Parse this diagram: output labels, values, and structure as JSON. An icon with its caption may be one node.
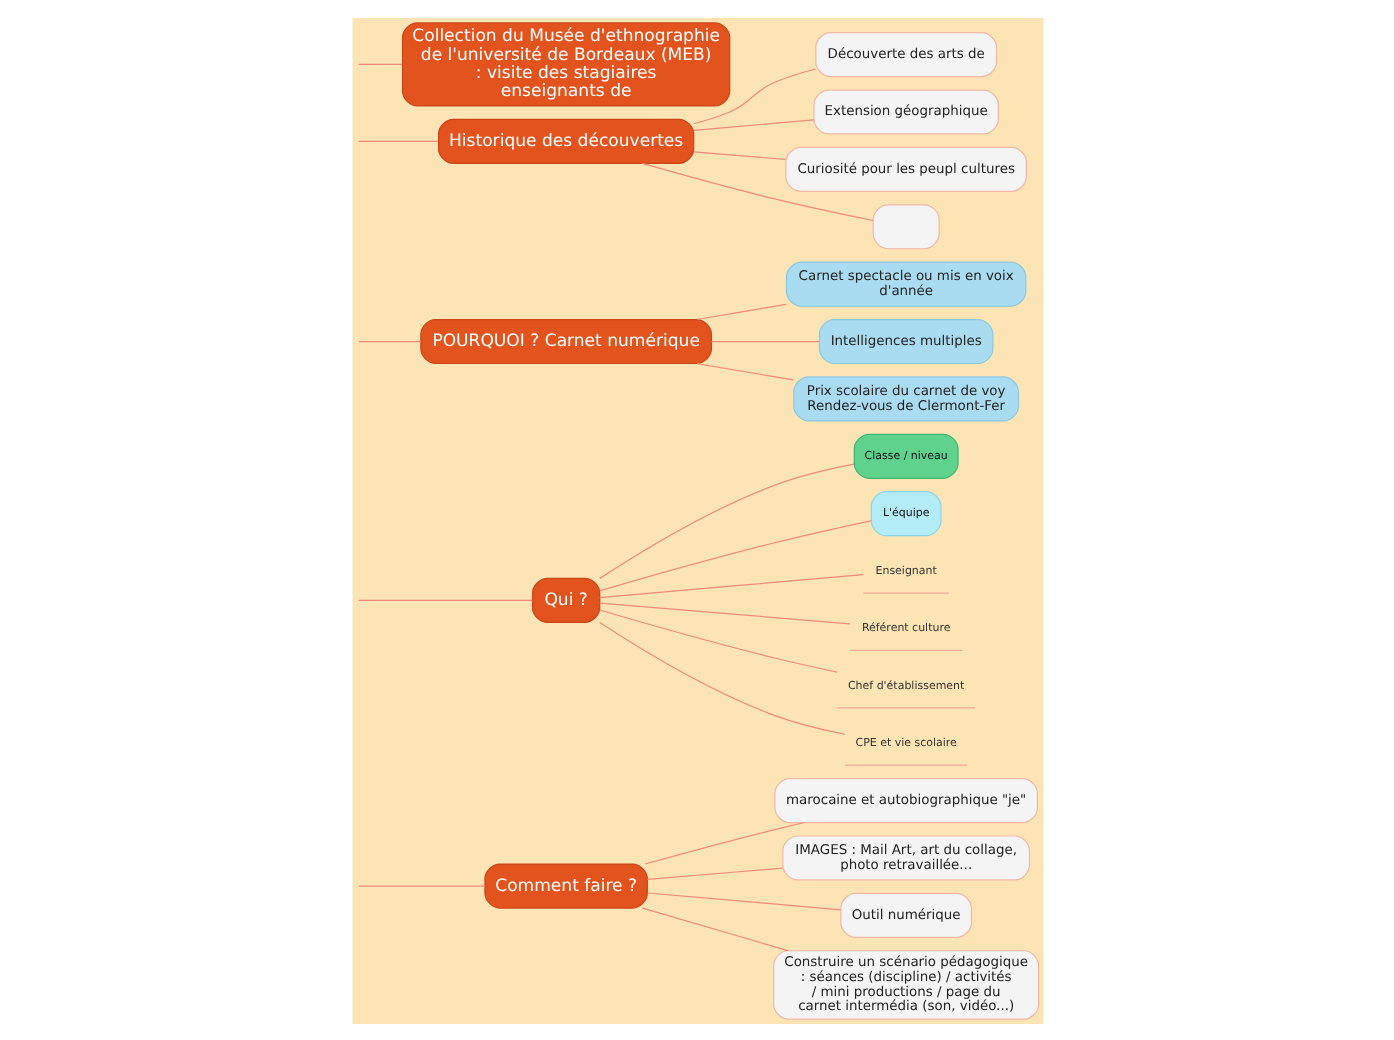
{
  "diagram": {
    "nodes": [
      {
        "text": [
          "Comment faire ?"
        ]
      },
      {
        "text": [
          "marocaine et autobiographique \"je\""
        ]
      },
      {
        "text": [
          "IMAGES : Mail Art, art du collage, photo retravaillée..."
        ]
      },
      {
        "text": [
          "Outil numérique"
        ]
      },
      {
        "text": [
          "Construire un scénario pédagogique : séances (discipline) / activités / mini productions / page du carnet intermédia (son, vidéo...)"
        ]
      },
      {
        "text": [
          "Qui ?"
        ]
      },
      {
        "text": [
          "Classe / niveau"
        ]
      },
      {
        "text": [
          "L'équipe"
        ]
      },
      {
        "text": [
          "Enseignant"
        ]
      },
      {
        "text": [
          "Référent culture"
        ]
      },
      {
        "text": [
          "Chef d'établissement"
        ]
      },
      {
        "text": [
          "CPE et vie scolaire"
        ]
      },
      {
        "text": [
          "POURQUOI ? Carnet numérique"
        ]
      },
      {
        "text": [
          "Carnet spectacle ou mis en voix d'année"
        ]
      },
      {
        "text": [
          "Intelligences multiples"
        ]
      },
      {
        "text": [
          "Prix scolaire du carnet de voy Rendez-vous de Clermont-Fer"
        ]
      },
      {
        "text": [
          "Historique des découvertes"
        ]
      },
      {
        "text": [
          "Découverte des arts de"
        ]
      },
      {
        "text": [
          "Extension géographique"
        ]
      },
      {
        "text": [
          "Curiosité pour les peupl cultures"
        ]
      },
      {
        "text": [],
        "shape": "box"
      },
      {
        "text": [
          "Collection du Musée d'ethnographie de l'université de Bordeaux (MEB) : visite des stagiaires enseignants de"
        ]
      }
    ],
    "edges": [
      {
        "from": null,
        "to": 0,
        "arrow": "none"
      },
      {
        "from": 0,
        "to": 1,
        "arrow": "none"
      },
      {
        "from": 0,
        "to": 2,
        "arrow": "none"
      },
      {
        "from": 0,
        "to": 3,
        "arrow": "none"
      },
      {
        "from": 0,
        "to": 4,
        "arrow": "none"
      },
      {
        "from": null,
        "to": 5,
        "arrow": "none"
      },
      {
        "from": 5,
        "to": 6,
        "arrow": "none"
      },
      {
        "from": 5,
        "to": 7,
        "arrow": "none"
      },
      {
        "from": 5,
        "to": 8,
        "arrow": "none"
      },
      {
        "from": 5,
        "to": 9,
        "arrow": "none"
      },
      {
        "from": 5,
        "to": 10,
        "arrow": "none"
      },
      {
        "from": 5,
        "to": 11,
        "arrow": "none"
      },
      {
        "from": null,
        "to": 12,
        "arrow": "none"
      },
      {
        "from": 12,
        "to": 13,
        "arrow": "none"
      },
      {
        "from": 12,
        "to": 14,
        "arrow": "none"
      },
      {
        "from": 12,
        "to": 15,
        "arrow": "none"
      },
      {
        "from": null,
        "to": 16,
        "arrow": "none"
      },
      {
        "from": 16,
        "to": 17,
        "arrow": "none"
      },
      {
        "from": 16,
        "to": 18,
        "arrow": "none"
      },
      {
        "from": 16,
        "to": 19,
        "arrow": "none"
      },
      {
        "from": 16,
        "to": 20,
        "arrow": "none"
      },
      {
        "from": null,
        "to": 21,
        "arrow": "none"
      }
    ]
  }
}
